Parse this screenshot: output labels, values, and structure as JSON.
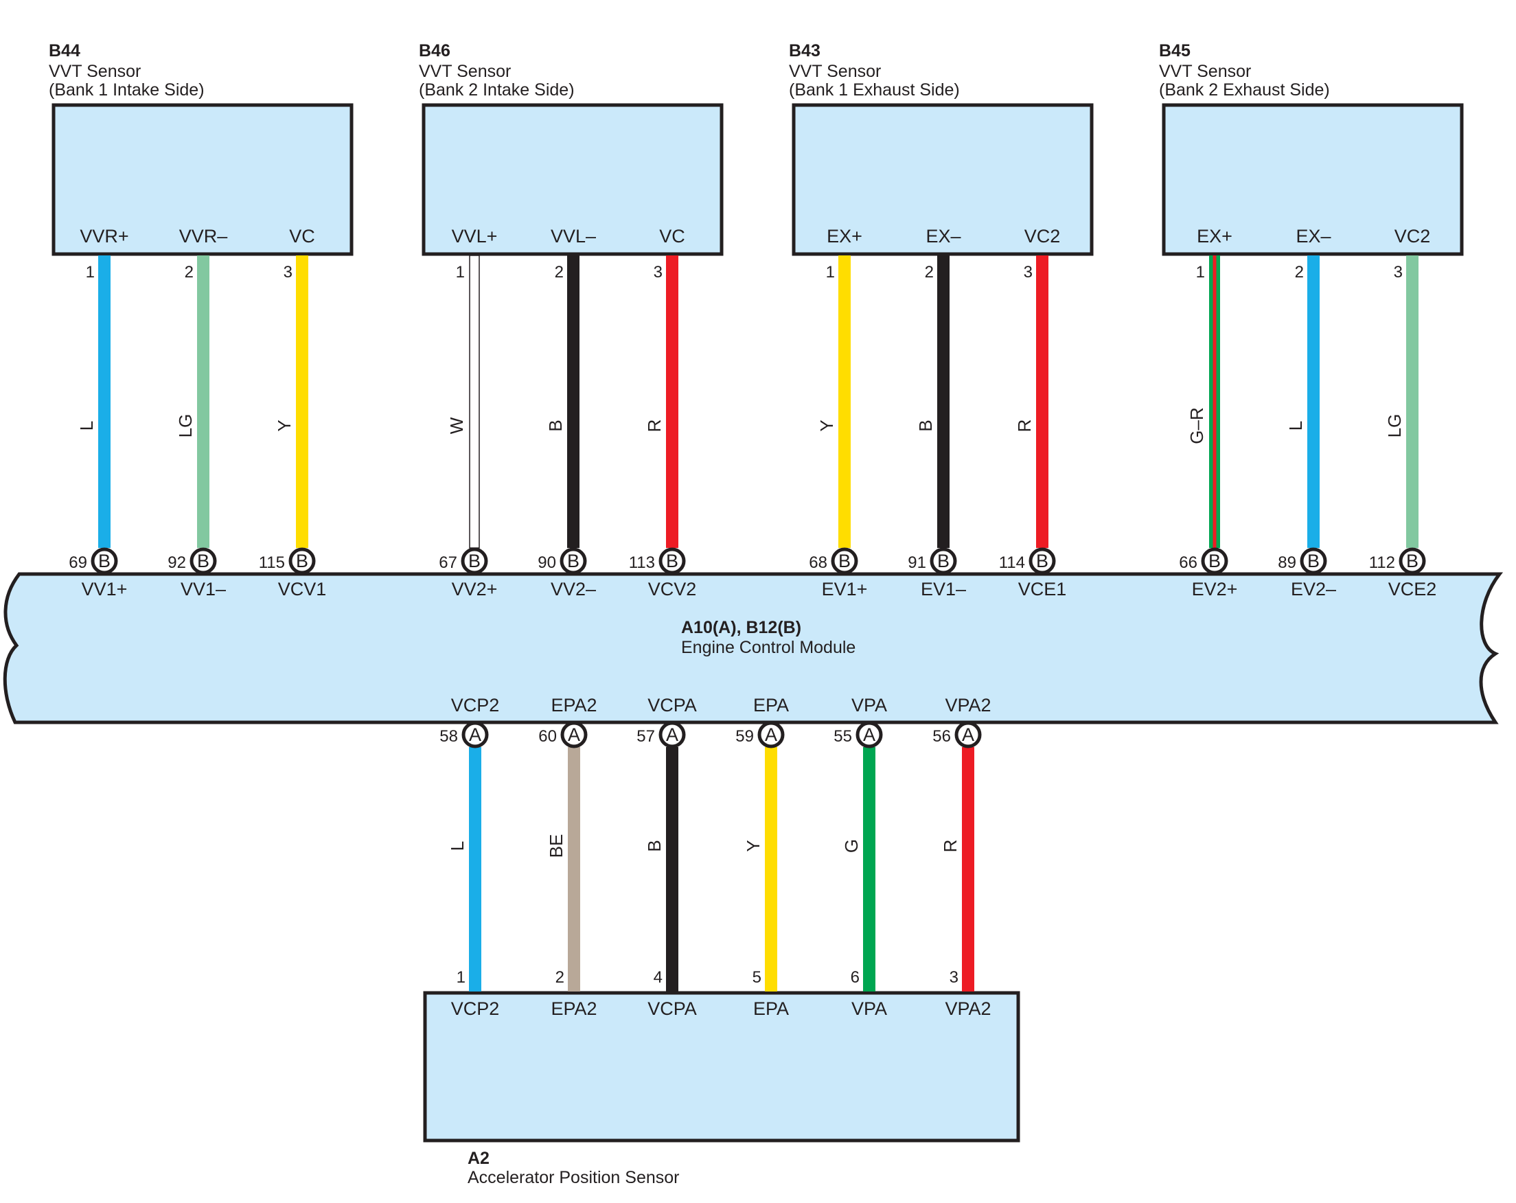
{
  "colors": {
    "box_fill": "#cbe9fa",
    "outline": "#231f20",
    "L": "#1aaee8",
    "LG": "#82c8a0",
    "Y": "#ffdd00",
    "W": "#ffffff",
    "B": "#231f20",
    "R": "#ed1c24",
    "G": "#00a651",
    "BE": "#b8a898"
  },
  "sensors": [
    {
      "code": "B44",
      "name": "VVT Sensor",
      "location": "(Bank 1 Intake Side)",
      "pins": [
        {
          "term": "VVR+",
          "pin": "1",
          "wire": "L",
          "ecm_pin": "69",
          "ecm_conn": "B",
          "ecm_term": "VV1+"
        },
        {
          "term": "VVR–",
          "pin": "2",
          "wire": "LG",
          "ecm_pin": "92",
          "ecm_conn": "B",
          "ecm_term": "VV1–"
        },
        {
          "term": "VC",
          "pin": "3",
          "wire": "Y",
          "ecm_pin": "115",
          "ecm_conn": "B",
          "ecm_term": "VCV1"
        }
      ]
    },
    {
      "code": "B46",
      "name": "VVT Sensor",
      "location": "(Bank 2 Intake Side)",
      "pins": [
        {
          "term": "VVL+",
          "pin": "1",
          "wire": "W",
          "ecm_pin": "67",
          "ecm_conn": "B",
          "ecm_term": "VV2+"
        },
        {
          "term": "VVL–",
          "pin": "2",
          "wire": "B",
          "ecm_pin": "90",
          "ecm_conn": "B",
          "ecm_term": "VV2–"
        },
        {
          "term": "VC",
          "pin": "3",
          "wire": "R",
          "ecm_pin": "113",
          "ecm_conn": "B",
          "ecm_term": "VCV2"
        }
      ]
    },
    {
      "code": "B43",
      "name": "VVT Sensor",
      "location": "(Bank 1 Exhaust Side)",
      "pins": [
        {
          "term": "EX+",
          "pin": "1",
          "wire": "Y",
          "ecm_pin": "68",
          "ecm_conn": "B",
          "ecm_term": "EV1+"
        },
        {
          "term": "EX–",
          "pin": "2",
          "wire": "B",
          "ecm_pin": "91",
          "ecm_conn": "B",
          "ecm_term": "EV1–"
        },
        {
          "term": "VC2",
          "pin": "3",
          "wire": "R",
          "ecm_pin": "114",
          "ecm_conn": "B",
          "ecm_term": "VCE1"
        }
      ]
    },
    {
      "code": "B45",
      "name": "VVT Sensor",
      "location": "(Bank 2 Exhaust Side)",
      "pins": [
        {
          "term": "EX+",
          "pin": "1",
          "wire": "G–R",
          "ecm_pin": "66",
          "ecm_conn": "B",
          "ecm_term": "EV2+"
        },
        {
          "term": "EX–",
          "pin": "2",
          "wire": "L",
          "ecm_pin": "89",
          "ecm_conn": "B",
          "ecm_term": "EV2–"
        },
        {
          "term": "VC2",
          "pin": "3",
          "wire": "LG",
          "ecm_pin": "112",
          "ecm_conn": "B",
          "ecm_term": "VCE2"
        }
      ]
    }
  ],
  "ecm": {
    "code": "A10(A), B12(B)",
    "name": "Engine Control Module"
  },
  "accel": {
    "code": "A2",
    "name": "Accelerator Position Sensor",
    "pins": [
      {
        "ecm_term": "VCP2",
        "ecm_pin": "58",
        "ecm_conn": "A",
        "wire": "L",
        "pin": "1",
        "term": "VCP2"
      },
      {
        "ecm_term": "EPA2",
        "ecm_pin": "60",
        "ecm_conn": "A",
        "wire": "BE",
        "pin": "2",
        "term": "EPA2"
      },
      {
        "ecm_term": "VCPA",
        "ecm_pin": "57",
        "ecm_conn": "A",
        "wire": "B",
        "pin": "4",
        "term": "VCPA"
      },
      {
        "ecm_term": "EPA",
        "ecm_pin": "59",
        "ecm_conn": "A",
        "wire": "Y",
        "pin": "5",
        "term": "EPA"
      },
      {
        "ecm_term": "VPA",
        "ecm_pin": "55",
        "ecm_conn": "A",
        "wire": "G",
        "pin": "6",
        "term": "VPA"
      },
      {
        "ecm_term": "VPA2",
        "ecm_pin": "56",
        "ecm_conn": "A",
        "wire": "R",
        "pin": "3",
        "term": "VPA2"
      }
    ]
  }
}
